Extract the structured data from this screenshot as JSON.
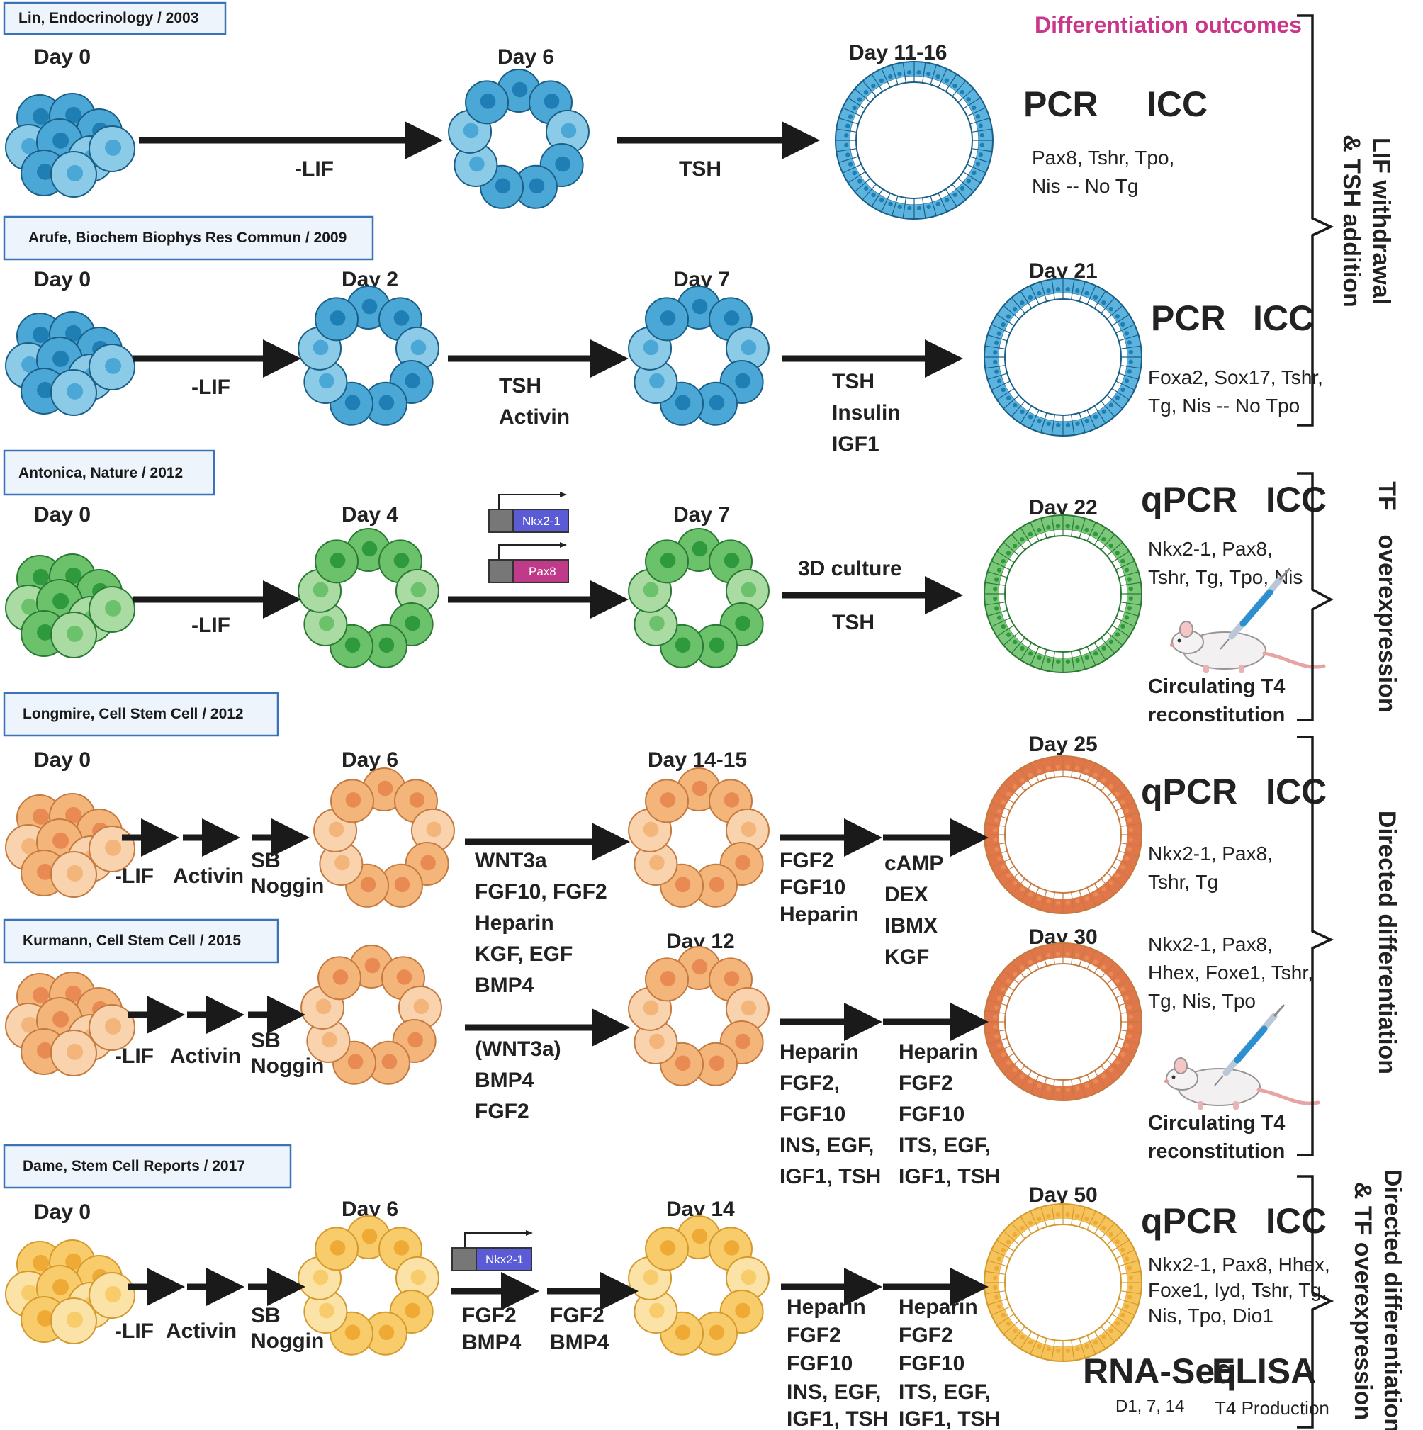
{
  "colors": {
    "blue": {
      "outer": "#4aa7d6",
      "inner": "#1f7fb4",
      "stroke": "#1a5f87",
      "light": "#8ccbe8",
      "ring": "#5bb3de"
    },
    "green": {
      "outer": "#6cc16b",
      "inner": "#2f9a3d",
      "stroke": "#2a7a33",
      "light": "#a9dba3",
      "ring": "#7cc87a"
    },
    "orange": {
      "outer": "#f3b57a",
      "inner": "#e98a52",
      "stroke": "#c57a3f",
      "light": "#f8d3ae",
      "ring": "#e0764a"
    },
    "yellow": {
      "outer": "#f8cc6a",
      "inner": "#eeaa35",
      "stroke": "#d49a2e",
      "light": "#fbe2a6",
      "ring": "#f5c35a"
    },
    "heading": "#c8378a",
    "ref_border": "#3a73b8",
    "ref_fill": "#eef4fb",
    "nkx": "#5b5bd6",
    "pax": "#c03a8a"
  },
  "heading": "Differentiation outcomes",
  "refs": {
    "lin": "Lin, Endocrinology / 2003",
    "arufe": "Arufe, Biochem Biophys Res Commun / 2009",
    "antonica": "Antonica, Nature / 2012",
    "longmire": "Longmire, Cell Stem Cell / 2012",
    "kurmann": "Kurmann, Cell Stem Cell / 2015",
    "dame": "Dame, Stem Cell Reports / 2017"
  },
  "days": {
    "lin0": "Day 0",
    "lin6": "Day 6",
    "lin11": "Day 11-16",
    "aru0": "Day 0",
    "aru2": "Day 2",
    "aru7": "Day 7",
    "aru21": "Day 21",
    "ant0": "Day 0",
    "ant4": "Day 4",
    "ant7": "Day 7",
    "ant22": "Day 22",
    "lon0": "Day 0",
    "lon6": "Day 6",
    "lon14": "Day 14-15",
    "lon25": "Day 25",
    "kur12": "Day 12",
    "kur30": "Day 30",
    "dam0": "Day 0",
    "dam6": "Day 6",
    "dam14": "Day 14",
    "dam50": "Day 50"
  },
  "labels": {
    "lin_lif": "-LIF",
    "lin_tsh": "TSH",
    "aru_lif": "-LIF",
    "aru_tsh": "TSH",
    "aru_activin": "Activin",
    "aru_s3": [
      "TSH",
      "Insulin",
      "IGF1"
    ],
    "ant_lif": "-LIF",
    "ant_3d": "3D culture",
    "ant_tsh": "TSH",
    "nkx": "Nkx2-1",
    "pax": "Pax8",
    "lif": "-LIF",
    "activin": "Activin",
    "sb": "SB",
    "noggin": "Noggin",
    "lon_mid": [
      "WNT3a",
      "FGF10, FGF2",
      "Heparin",
      "KGF, EGF",
      "BMP4"
    ],
    "lon_s3": [
      "FGF2",
      "FGF10",
      "Heparin"
    ],
    "lon_s4": [
      "cAMP",
      "DEX",
      "IBMX",
      "KGF"
    ],
    "kur_mid": [
      "(WNT3a)",
      "BMP4",
      "FGF2"
    ],
    "kur_s3": [
      "Heparin",
      "FGF2,",
      "FGF10",
      "INS, EGF,",
      "IGF1, TSH"
    ],
    "kur_s4": [
      "Heparin",
      "FGF2",
      "FGF10",
      "ITS, EGF,",
      "IGF1, TSH"
    ],
    "dam_s1": [
      "FGF2",
      "BMP4"
    ],
    "dam_s2": [
      "FGF2",
      "BMP4"
    ],
    "dam_s3": [
      "Heparin",
      "FGF2",
      "FGF10",
      "INS, EGF,",
      "IGF1, TSH"
    ],
    "dam_s4": [
      "Heparin",
      "FGF2",
      "FGF10",
      "ITS, EGF,",
      "IGF1, TSH"
    ]
  },
  "outcomes": {
    "lin_methods": [
      "PCR",
      "ICC"
    ],
    "lin_markers": [
      "Pax8, Tshr, Tpo,",
      "Nis -- No Tg"
    ],
    "aru_methods": [
      "PCR",
      "ICC"
    ],
    "aru_markers": [
      "Foxa2, Sox17, Tshr,",
      "Tg, Nis -- No Tpo"
    ],
    "ant_methods": [
      "qPCR",
      "ICC"
    ],
    "ant_markers": [
      "Nkx2-1, Pax8,",
      "Tshr, Tg, Tpo, Nis"
    ],
    "ant_t4": [
      "Circulating T4",
      "reconstitution"
    ],
    "lon_methods": [
      "qPCR",
      "ICC"
    ],
    "lon_markers": [
      "Nkx2-1, Pax8,",
      "Tshr, Tg"
    ],
    "kur_markers": [
      "Nkx2-1, Pax8,",
      "Hhex, Foxe1, Tshr,",
      "Tg, Nis, Tpo"
    ],
    "kur_t4": [
      "Circulating T4",
      "reconstitution"
    ],
    "dam_methods": [
      "qPCR",
      "ICC"
    ],
    "dam_markers": [
      "Nkx2-1, Pax8, Hhex,",
      "Foxe1, Iyd, Tshr, Tg,",
      "Nis, Tpo, Dio1"
    ],
    "dam_methods2": [
      "RNA-Seq",
      "ELISA"
    ],
    "dam_sub1": "D1, 7, 14",
    "dam_sub2": "T4 Production"
  },
  "brackets": {
    "b1": [
      "LIF withdrawal",
      "& TSH addition"
    ],
    "b2": [
      "TF",
      "overexpression"
    ],
    "b3": [
      "Directed differentiation"
    ],
    "b4": [
      "Directed differentiation",
      "& TF overexpression"
    ]
  }
}
